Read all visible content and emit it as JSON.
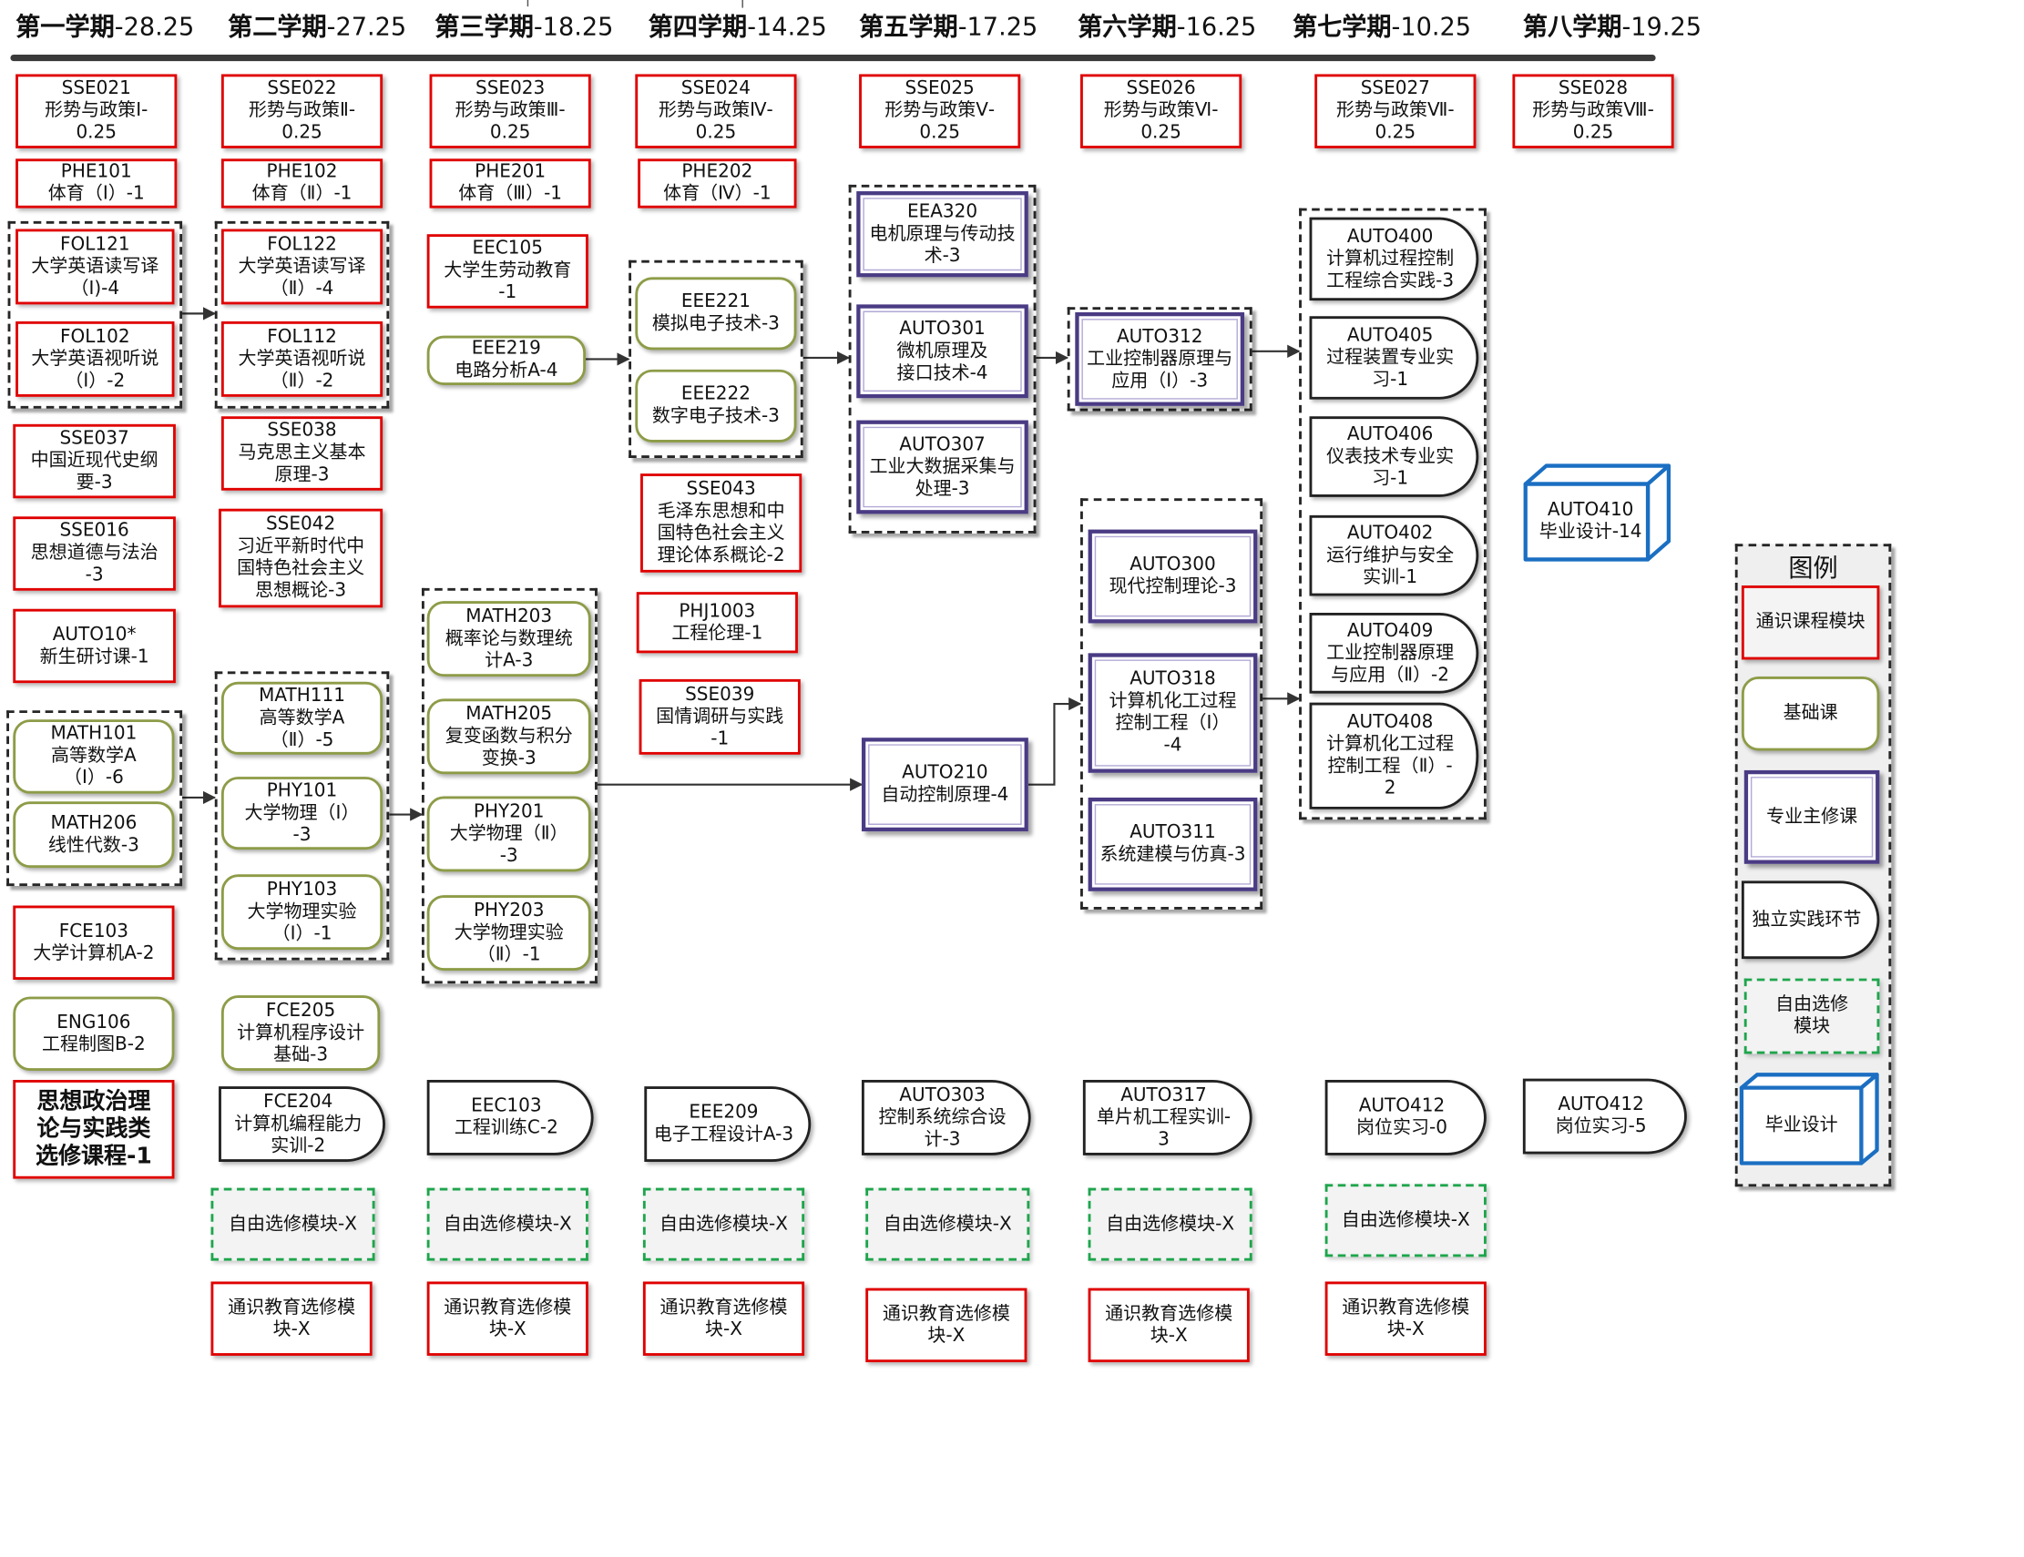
{
  "colors": {
    "general": "#e00000",
    "foundation": "#8d9c47",
    "major": "#4a3b84",
    "practice": "#222222",
    "elective": "#1ea54c",
    "graduation": "#1b6fc2"
  },
  "semesters": [
    {
      "name": "第一学期",
      "credits": "-28.25",
      "courses": [
        "SSE021\n形势与政策Ⅰ-\n0.25",
        "PHE101\n体育（Ⅰ）-1",
        "FOL121\n大学英语读写译\n（Ⅰ)-4",
        "FOL102\n大学英语视听说\n（Ⅰ）-2",
        "SSE037\n中国近现代史纲\n要-3",
        "SSE016\n思想道德与法治\n-3",
        "AUTO10*\n新生研讨课-1",
        "MATH101\n高等数学A\n（Ⅰ）-6",
        "MATH206\n线性代数-3",
        "FCE103\n大学计算机A-2",
        "ENG106\n工程制图B-2",
        "思想政治理\n论与实践类\n选修课程-1"
      ]
    },
    {
      "name": "第二学期",
      "credits": "-27.25",
      "courses": [
        "SSE022\n形势与政策Ⅱ-\n0.25",
        "PHE102\n体育（Ⅱ）-1",
        "FOL122\n大学英语读写译\n（Ⅱ）-4",
        "FOL112\n大学英语视听说\n（Ⅱ）-2",
        "SSE038\n马克思主义基本\n原理-3",
        "SSE042\n习近平新时代中\n国特色社会主义\n思想概论-3",
        "MATH111\n高等数学A\n（Ⅱ）-5",
        "PHY101\n大学物理（Ⅰ）\n-3",
        "PHY103\n大学物理实验\n（Ⅰ）-1",
        "FCE205\n计算机程序设计\n基础-3",
        "FCE204\n计算机编程能力\n实训-2",
        "自由选修模块-X",
        "通识教育选修模\n块-X"
      ]
    },
    {
      "name": "第三学期",
      "credits": "-18.25",
      "courses": [
        "SSE023\n形势与政策Ⅲ-\n0.25",
        "PHE201\n体育（Ⅲ）-1",
        "EEC105\n大学生劳动教育\n-1",
        "EEE219\n电路分析A-4",
        "MATH203\n概率论与数理统\n计A-3",
        "MATH205\n复变函数与积分\n变换-3",
        "PHY201\n大学物理（Ⅱ）\n-3",
        "PHY203\n大学物理实验\n（Ⅱ）-1",
        "EEC103\n工程训练C-2",
        "自由选修模块-X",
        "通识教育选修模\n块-X"
      ]
    },
    {
      "name": "第四学期",
      "credits": "-14.25",
      "courses": [
        "SSE024\n形势与政策Ⅳ-\n0.25",
        "PHE202\n体育（Ⅳ）-1",
        "EEE221\n模拟电子技术-3",
        "EEE222\n数字电子技术-3",
        "SSE043\n毛泽东思想和中\n国特色社会主义\n理论体系概论-2",
        "PHJ1003\n工程伦理-1",
        "SSE039\n国情调研与实践\n-1",
        "EEE209\n电子工程设计A-3",
        "自由选修模块-X",
        "通识教育选修模\n块-X"
      ]
    },
    {
      "name": "第五学期",
      "credits": "-17.25",
      "courses": [
        "SSE025\n形势与政策Ⅴ-\n0.25",
        "EEA320\n电机原理与传动技\n术-3",
        "AUTO301\n微机原理及\n接口技术-4",
        "AUTO307\n工业大数据采集与\n处理-3",
        "AUTO210\n自动控制原理-4",
        "AUTO303\n控制系统综合设\n计-3",
        "自由选修模块-X",
        "通识教育选修模\n块-X"
      ]
    },
    {
      "name": "第六学期",
      "credits": "-16.25",
      "courses": [
        "SSE026\n形势与政策Ⅵ-\n0.25",
        "AUTO312\n工业控制器原理与\n应用（Ⅰ）-3",
        "AUTO300\n现代控制理论-3",
        "AUTO318\n计算机化工过程\n控制工程（Ⅰ）\n-4",
        "AUTO311\n系统建模与仿真-3",
        "AUTO317\n单片机工程实训-\n3",
        "自由选修模块-X",
        "通识教育选修模\n块-X"
      ]
    },
    {
      "name": "第七学期",
      "credits": "-10.25",
      "courses": [
        "SSE027\n形势与政策Ⅶ-\n0.25",
        "AUTO400\n计算机过程控制\n工程综合实践-3",
        "AUTO405\n过程装置专业实\n习-1",
        "AUTO406\n仪表技术专业实\n习-1",
        "AUTO402\n运行维护与安全\n实训-1",
        "AUTO409\n工业控制器原理\n与应用（Ⅱ）-2",
        "AUTO408\n计算机化工过程\n控制工程（Ⅱ）-\n2",
        "AUTO412\n岗位实习-0",
        "自由选修模块-X",
        "通识教育选修模\n块-X"
      ]
    },
    {
      "name": "第八学期",
      "credits": "-19.25",
      "courses": [
        "SSE028\n形势与政策Ⅷ-\n0.25",
        "AUTO410\n毕业设计-14",
        "AUTO412\n岗位实习-5"
      ]
    }
  ],
  "legend": {
    "title": "图例",
    "items": {
      "general": "通识课程模块",
      "foundation": "基础课",
      "major": "专业主修课",
      "practice": "独立实践环节",
      "elective": "自由选修\n模块",
      "graduation": "毕业设计"
    }
  }
}
